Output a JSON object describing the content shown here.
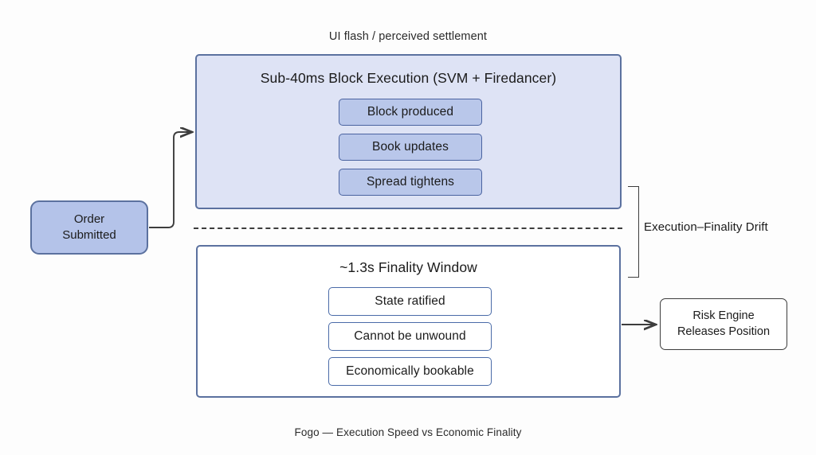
{
  "diagram": {
    "top_caption": "UI flash / perceived settlement",
    "bottom_caption": "Fogo — Execution Speed vs Economic Finality",
    "colors": {
      "canvas": "#fdfdfd",
      "exec_panel_fill": "#dee3f5",
      "exec_panel_border": "#5b719f",
      "exec_chip_fill": "#b9c7ea",
      "exec_chip_border": "#4a63a0",
      "final_panel_fill": "#ffffff",
      "final_panel_border": "#5b719f",
      "final_chip_border": "#4a6ba8",
      "order_box_fill": "#b4c3e9",
      "risk_box_border": "#3d3d3d",
      "connector": "#3d3d3d",
      "text": "#1b1b1b"
    },
    "start_node": {
      "line1": "Order",
      "line2": "Submitted"
    },
    "execution_panel": {
      "title": "Sub-40ms Block Execution (SVM + Firedancer)",
      "items": [
        {
          "label": "Block produced"
        },
        {
          "label": "Book updates"
        },
        {
          "label": "Spread tightens"
        }
      ]
    },
    "finality_panel": {
      "title": "~1.3s Finality Window",
      "items": [
        {
          "label": "State ratified"
        },
        {
          "label": "Cannot be unwound"
        },
        {
          "label": "Economically bookable"
        }
      ]
    },
    "drift_annotation": {
      "label": "Execution–Finality Drift"
    },
    "end_node": {
      "line1": "Risk Engine",
      "line2": "Releases Position"
    }
  }
}
